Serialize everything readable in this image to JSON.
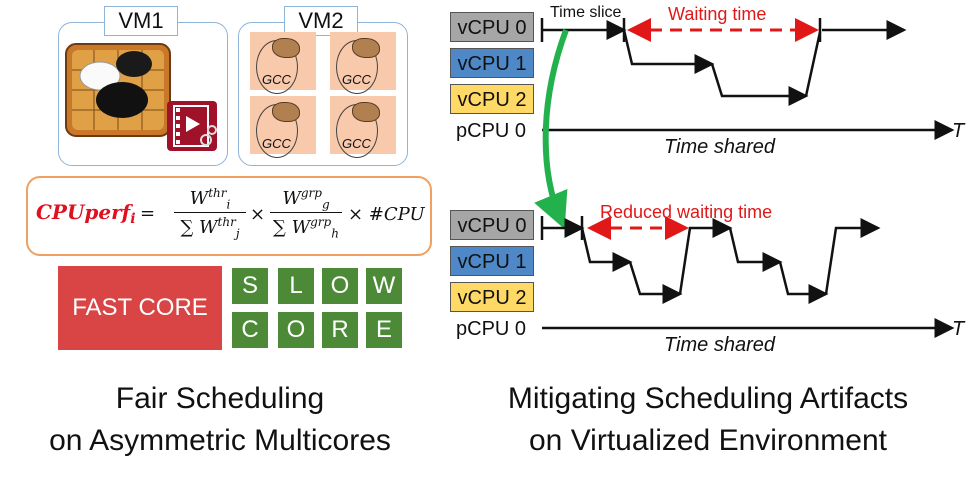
{
  "left": {
    "vm1_label": "VM1",
    "vm2_label": "VM2",
    "gcc_label": "GCC",
    "formula": {
      "name": "CPUperf",
      "subscript": "i",
      "equals": "=",
      "num1": "W",
      "num1_sup": "thr",
      "num1_sub": "i",
      "den1": "∑ W",
      "den1_sup": "thr",
      "den1_sub": "j",
      "times": "×",
      "num2": "W",
      "num2_sup": "grp",
      "num2_sub": "g",
      "den2": "∑ W",
      "den2_sup": "grp",
      "den2_sub": "h",
      "tail": "× #CPU"
    },
    "fast_core": "FAST CORE",
    "slow_letters": [
      "S",
      "L",
      "O",
      "W",
      "C",
      "O",
      "R",
      "E"
    ],
    "caption_line1": "Fair Scheduling",
    "caption_line2": "on Asymmetric Multicores"
  },
  "right": {
    "top": {
      "vcpus": [
        "vCPU 0",
        "vCPU 1",
        "vCPU 2"
      ],
      "pcpu": "pCPU 0",
      "time_slice": "Time slice",
      "waiting": "Waiting time",
      "shared": "Time shared",
      "t": "T"
    },
    "bottom": {
      "vcpus": [
        "vCPU 0",
        "vCPU 1",
        "vCPU 2"
      ],
      "pcpu": "pCPU 0",
      "waiting": "Reduced waiting time",
      "shared": "Time shared",
      "t": "T"
    },
    "caption_line1": "Mitigating Scheduling Artifacts",
    "caption_line2": "on Virtualized Environment"
  },
  "colors": {
    "vcpu0": "#a6a6a6",
    "vcpu1": "#4e88c7",
    "vcpu2": "#ffd966",
    "fast": "#d94545",
    "slow": "#4d8a38",
    "arrow_green": "#22b14c",
    "wait_red": "#e01818"
  }
}
